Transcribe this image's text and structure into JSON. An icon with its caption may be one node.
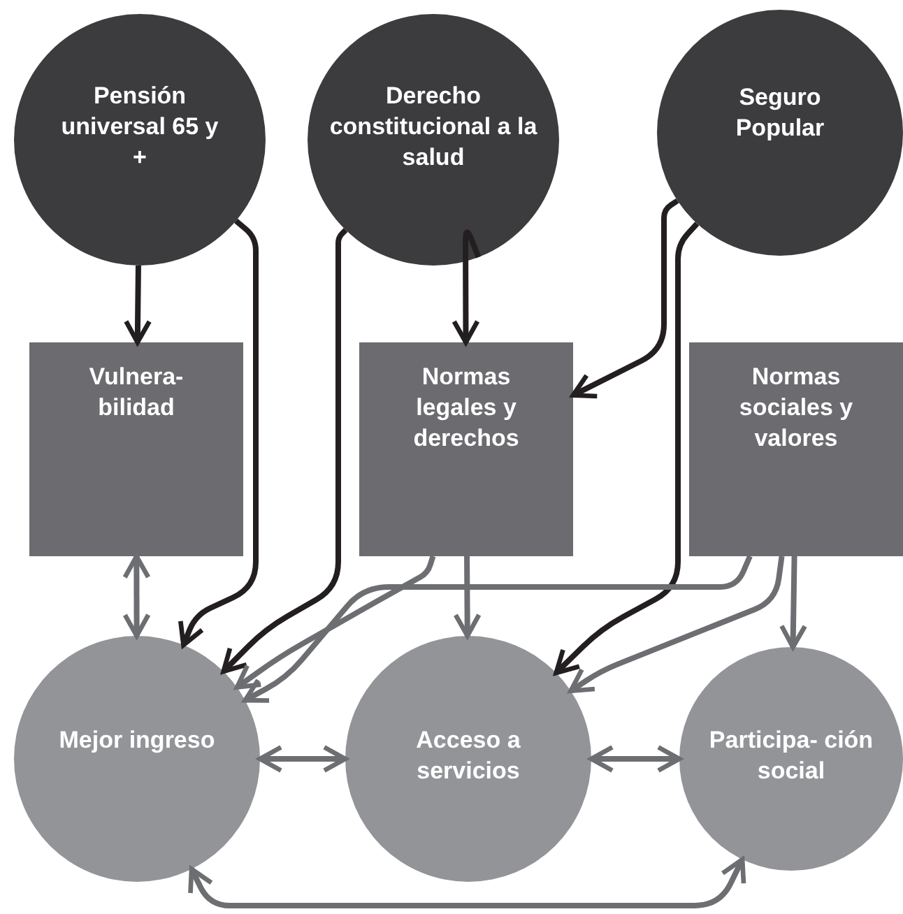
{
  "diagram": {
    "nodes": [
      {
        "text": [
          "Pensión universal 65 y +"
        ]
      },
      {
        "text": [
          "Derecho constitucional a la salud"
        ]
      },
      {
        "text": [
          "Seguro Popular"
        ]
      },
      {
        "text": [
          "Vulnera- bilidad"
        ]
      },
      {
        "text": [
          "Normas legales y derechos"
        ]
      },
      {
        "text": [
          "Normas sociales y valores"
        ]
      },
      {
        "text": [
          "Mejor ingreso"
        ]
      },
      {
        "text": [
          "Acceso a servicios"
        ]
      },
      {
        "text": [
          "Participa- ción social"
        ]
      }
    ],
    "edges": [
      {
        "from": 0,
        "to": 3,
        "arrow": "to",
        "color": "#231f20"
      },
      {
        "from": 0,
        "to": 6,
        "arrow": "to",
        "color": "#231f20"
      },
      {
        "from": 1,
        "to": 4,
        "arrow": "to",
        "color": "#231f20"
      },
      {
        "from": 1,
        "to": 6,
        "arrow": "to",
        "color": "#231f20"
      },
      {
        "from": 2,
        "to": 4,
        "arrow": "to",
        "color": "#231f20"
      },
      {
        "from": 2,
        "to": 7,
        "arrow": "to",
        "color": "#231f20"
      },
      {
        "from": 3,
        "to": 6,
        "arrow": "both"
      },
      {
        "from": 4,
        "to": 7,
        "arrow": "to"
      },
      {
        "from": 4,
        "to": 6,
        "arrow": "to"
      },
      {
        "from": 5,
        "to": 6,
        "arrow": "to"
      },
      {
        "from": 5,
        "to": 7,
        "arrow": "to"
      },
      {
        "from": 5,
        "to": 8,
        "arrow": "to"
      },
      {
        "from": 6,
        "to": 7,
        "arrow": "both"
      },
      {
        "from": 7,
        "to": 8,
        "arrow": "both"
      },
      {
        "from": 6,
        "to": 8,
        "arrow": "both"
      }
    ]
  }
}
